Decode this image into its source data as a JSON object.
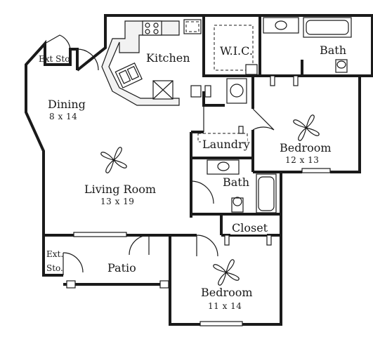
{
  "rooms": {
    "ext_storage_top": "Ext Sto.",
    "kitchen": "Kitchen",
    "wic": "W.I.C.",
    "bath_top": "Bath",
    "dining": "Dining",
    "dining_dim": "8 x 14",
    "laundry": "Laundry",
    "bedroom_right": "Bedroom",
    "bedroom_right_dim": "12 x 13",
    "living_room": "Living Room",
    "living_room_dim": "13 x 19",
    "bath_mid": "Bath",
    "closet": "Closet",
    "ext_storage_bottom_1": "Ext.",
    "ext_storage_bottom_2": "Sto.",
    "patio": "Patio",
    "bedroom_bottom": "Bedroom",
    "bedroom_bottom_dim": "11 x 14"
  },
  "icons": {
    "fan": "ceiling-fan-icon",
    "sink": "sink-icon",
    "toilet": "toilet-icon",
    "tub": "bathtub-icon",
    "stove": "stove-icon"
  }
}
